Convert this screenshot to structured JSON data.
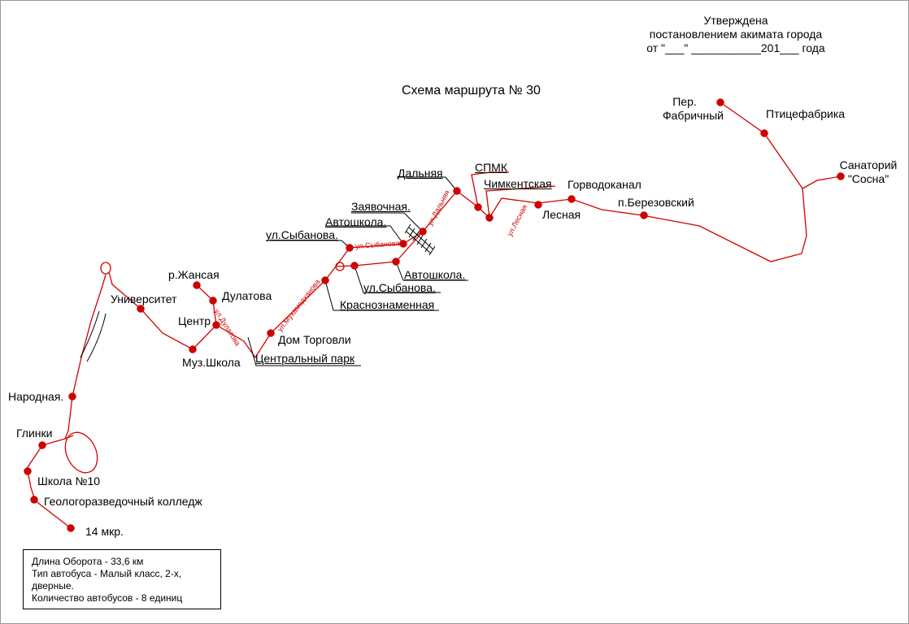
{
  "approval": {
    "line1": "Утверждена",
    "line2": "постановлением акимата города",
    "line3": "от  \"___\" ___________201___ года"
  },
  "title": "Схема маршрута № 30",
  "route_color": "#d10000",
  "stops": {
    "per_fabrichny_1": "Пер.",
    "per_fabrichny_2": "Фабричный",
    "ptitsefabrika": "Птицефабрика",
    "sanatoriy_1": "Санаторий",
    "sanatoriy_2": "\"Сосна\"",
    "dalnyaya": "Дальняя",
    "spmk": "СПМК",
    "chimkentskaya": "Чимкентская",
    "gorvodokanal": "Горводоканал",
    "lesnaya": "Лесная",
    "p_berezovsky": "п.Березовский",
    "zayavochnaya": "Заявочная.",
    "avtoshkola_top": "Автошкола.",
    "ul_sybanova_top": "ул.Сыбанова.",
    "avtoshkola_bottom": "Автошкола.",
    "ul_sybanova_bottom": "ул.Сыбанова.",
    "krasnoznamennaya": "Краснознаменная",
    "r_zhansaya": "р.Жансая",
    "dulatova": "Дулатова",
    "universitet": "Университет",
    "tsentr": "Центр",
    "muz_shkola": "Муз.Школа",
    "dom_torgovli": "Дом Торговли",
    "tsentralny_park": "Центральный парк",
    "narodnaya": "Народная.",
    "glinki": "Глинки",
    "shkola_10": "Школа №10",
    "geolog_college": "Геологоразведочный колледж",
    "mkr_14": "14 мкр."
  },
  "streets": {
    "dalnyaya": "ул.Дальняя",
    "lesnaya": "ул.Лесная",
    "sybanova": "ул.Сыбанова",
    "mukhamedzhanova": "ул.Мухамедханова",
    "dulatova": "ул.Дулатова"
  },
  "info": {
    "line1": "Длина Оборота - 33,6 км",
    "line2": "Тип автобуса - Малый класс, 2-х, дверные.",
    "line3": "Количество автобусов - 8 единиц"
  }
}
